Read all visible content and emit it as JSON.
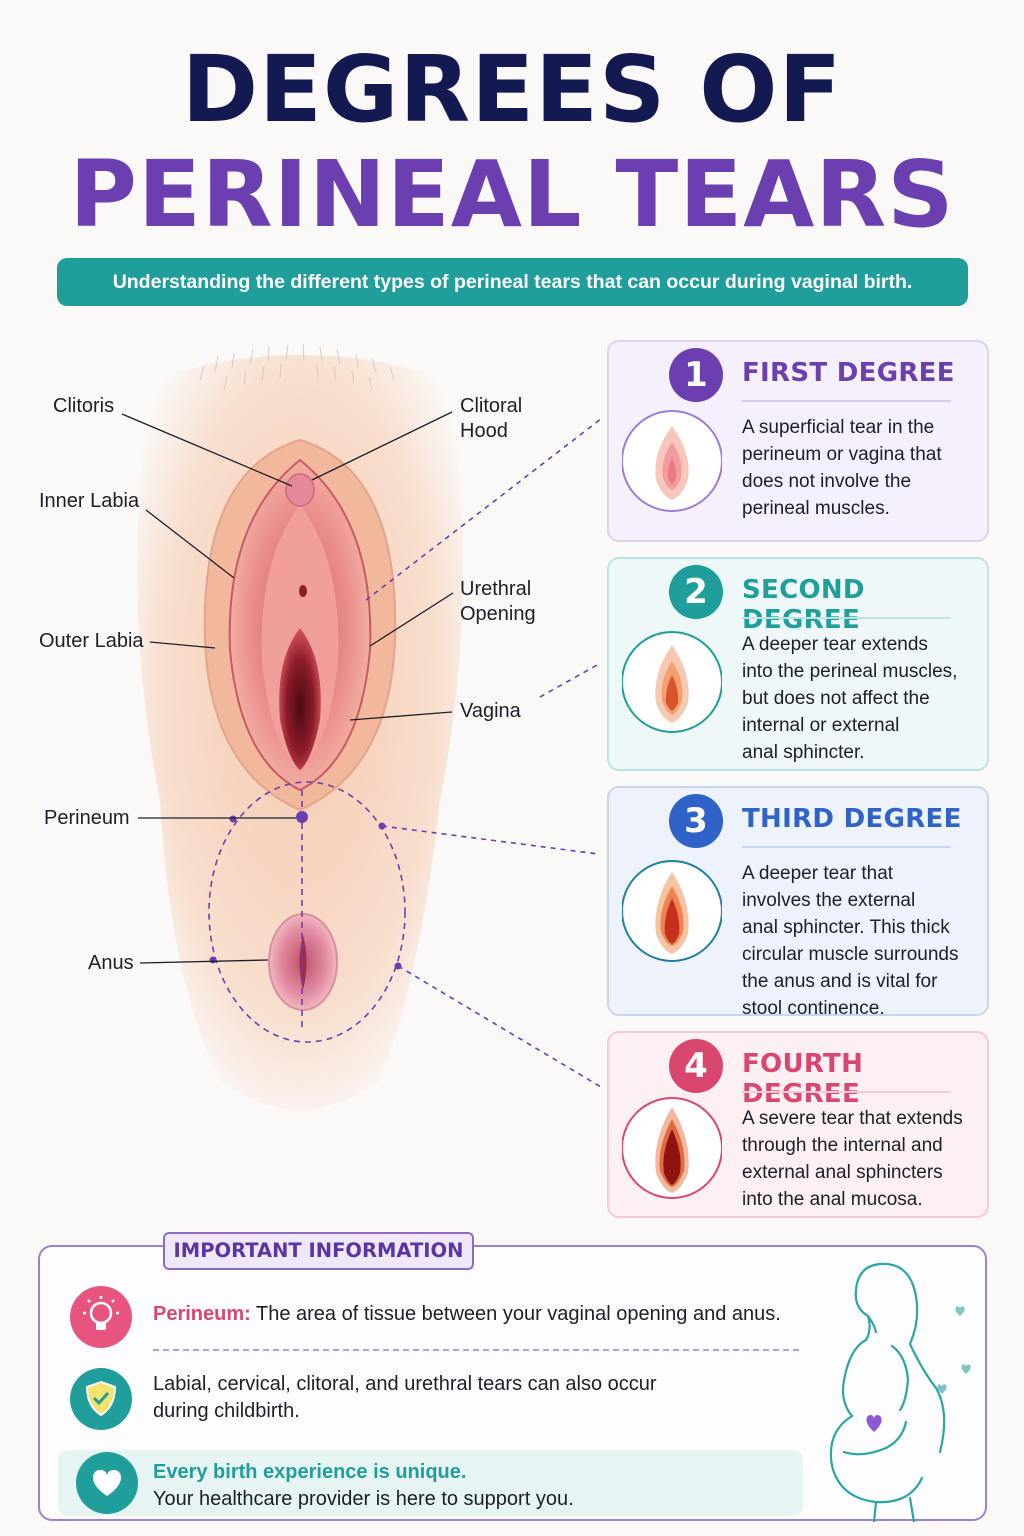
{
  "title": {
    "line1": "DEGREES OF",
    "line2": "PERINEAL TEARS"
  },
  "subtitle": "Understanding the different types of perineal tears that can occur during vaginal birth.",
  "labels": {
    "clitoris": "Clitoris",
    "clitoral_hood": [
      "Clitoral",
      "Hood"
    ],
    "inner_labia": "Inner Labia",
    "urethral_opening": [
      "Urethral",
      "Opening"
    ],
    "outer_labia": "Outer Labia",
    "vagina": "Vagina",
    "perineum": "Perineum",
    "anus": "Anus"
  },
  "degrees": [
    {
      "number": "1",
      "title": "FIRST DEGREE",
      "color": "#6b3fb0",
      "lines": [
        "A superficial tear in the",
        "perineum or vagina that",
        "does not involve the",
        "perineal muscles."
      ]
    },
    {
      "number": "2",
      "title": "SECOND DEGREE",
      "color": "#1f9e9c",
      "lines": [
        "A deeper tear extends",
        "into the perineal muscles,",
        "but does not affect the",
        "internal or external",
        "anal sphincter."
      ]
    },
    {
      "number": "3",
      "title": "THIRD DEGREE",
      "color": "#2f63c7",
      "lines": [
        "A deeper tear that",
        "involves the external",
        "anal sphincter. This thick",
        "circular muscle surrounds",
        "the anus and is vital for",
        "stool continence."
      ]
    },
    {
      "number": "4",
      "title": "FOURTH DEGREE",
      "color": "#d9476f",
      "lines": [
        "A severe tear that extends",
        "through the internal and",
        "external anal sphincters",
        "into the anal mucosa."
      ]
    }
  ],
  "info": {
    "heading": "IMPORTANT INFORMATION",
    "perineum_term": "Perineum:",
    "perineum_def": " The area of tissue between your vaginal opening and anus.",
    "other_tears": [
      "Labial, cervical, clitoral, and urethral tears can also occur",
      "during childbirth."
    ],
    "unique_title": "Every birth experience is unique.",
    "unique_text": "Your healthcare provider is here to support you."
  },
  "icons": [
    "lightbulb-icon",
    "shield-check-icon",
    "heart-icon",
    "pregnant-woman-illustration"
  ],
  "colors": {
    "navy": "#131a52",
    "purple": "#6b3fb0",
    "teal": "#1f9e9c",
    "blue": "#2f63c7",
    "pink": "#d9476f"
  }
}
